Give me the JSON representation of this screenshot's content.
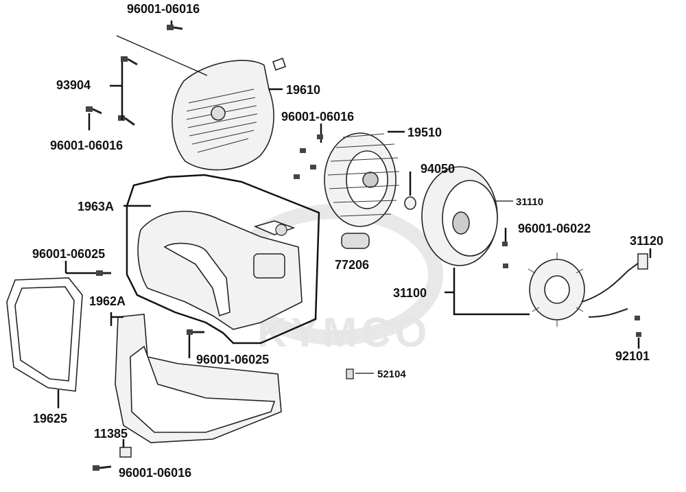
{
  "watermark": "KYMCO",
  "part_labels": {
    "p96001_06016_top": "96001-06016",
    "p93904": "93904",
    "p96001_06016_left": "96001-06016",
    "p19610": "19610",
    "p96001_06016_mid": "96001-06016",
    "p19510": "19510",
    "p94050": "94050",
    "p31110": "31110",
    "p1963A": "1963A",
    "p96001_06025_left": "96001-06025",
    "p77206": "77206",
    "p96001_06022": "96001-06022",
    "p31120": "31120",
    "p31100": "31100",
    "p1962A": "1962A",
    "p96001_06025_mid": "96001-06025",
    "p92101": "92101",
    "p52104": "52104",
    "p19625": "19625",
    "p11385": "11385",
    "p96001_06016_bottom": "96001-06016"
  }
}
